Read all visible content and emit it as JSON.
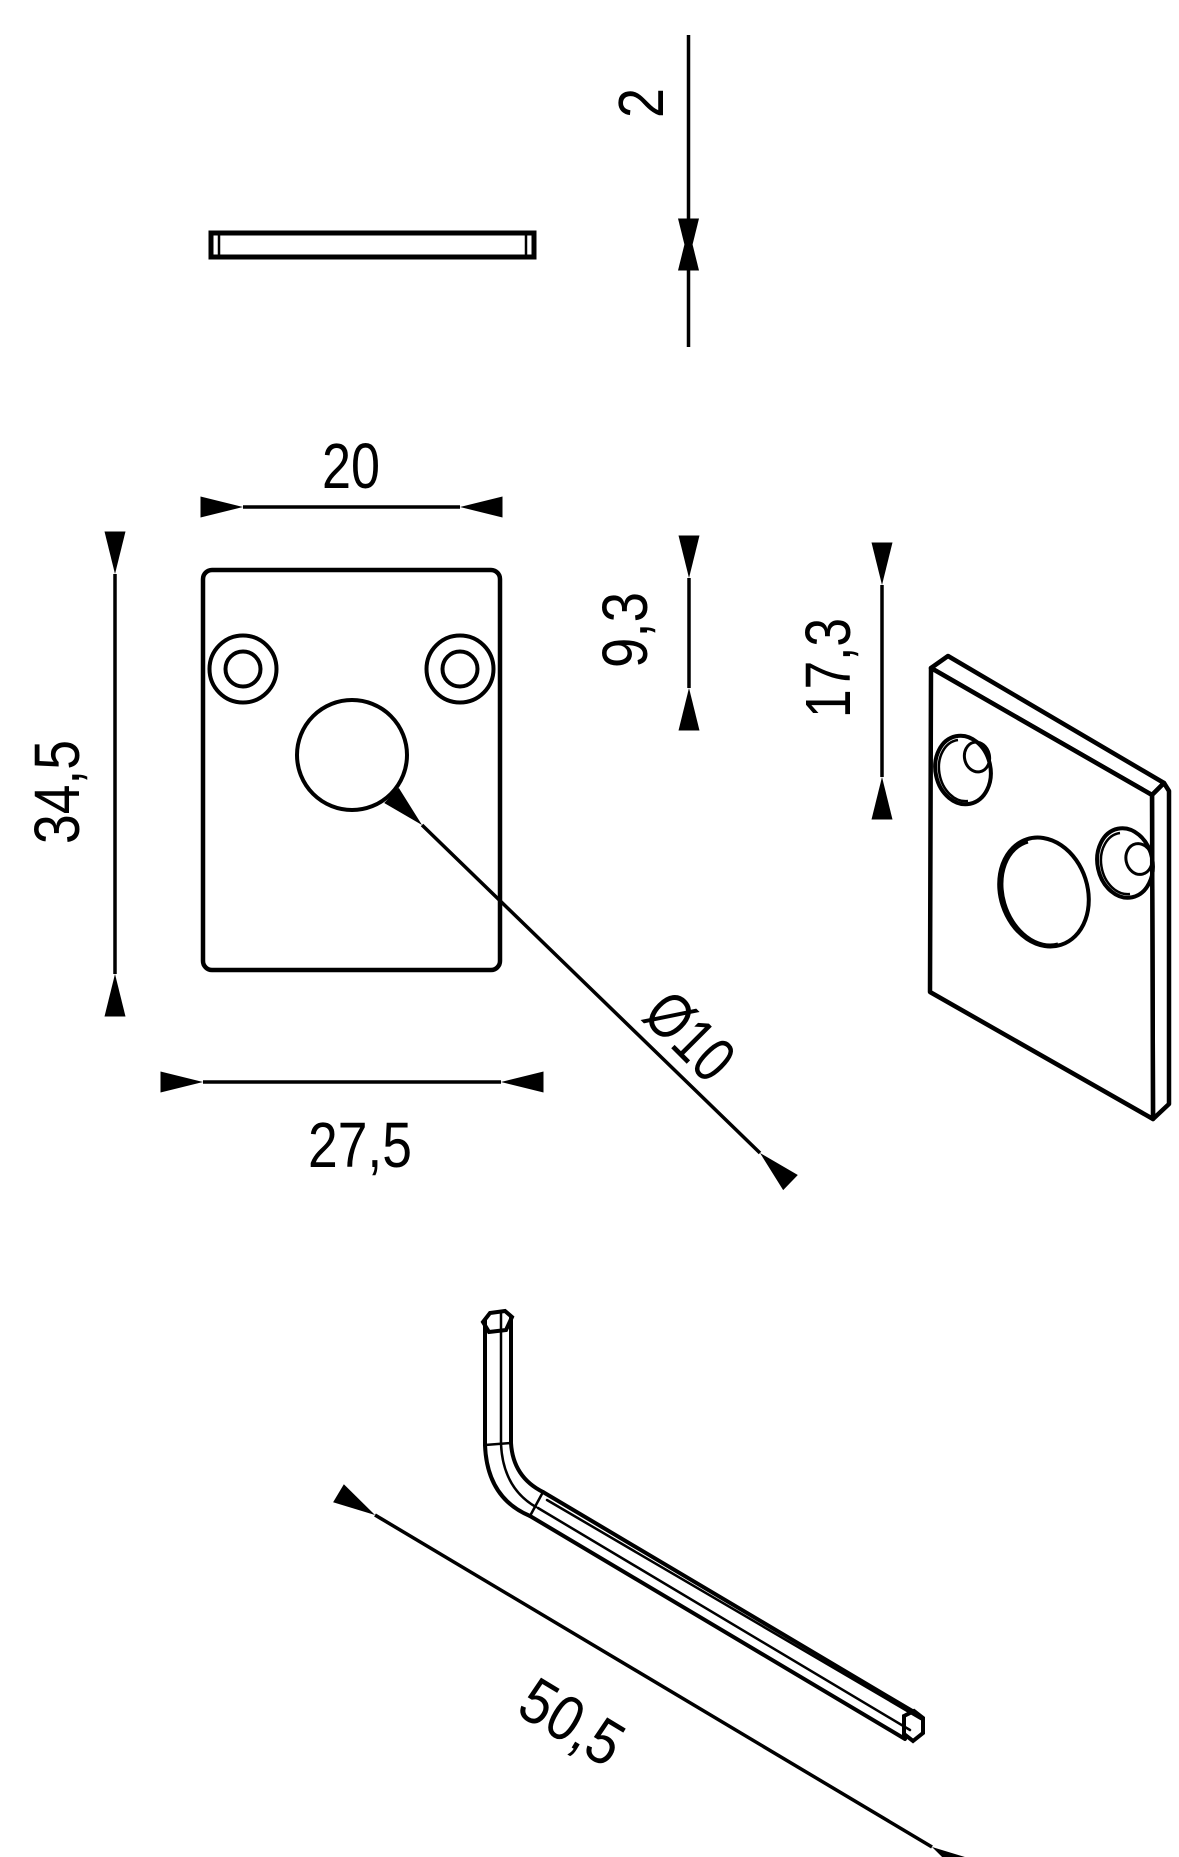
{
  "colors": {
    "background": "#ffffff",
    "line": "#000000",
    "text": "#000000"
  },
  "dims": {
    "thickness": "2",
    "hole_spacing": "20",
    "plate_height": "34,5",
    "hole_offset": "9,3",
    "plate_width": "27,5",
    "center_hole_diameter": "Ø10",
    "iso_height": "17,3",
    "key_length": "50,5"
  }
}
